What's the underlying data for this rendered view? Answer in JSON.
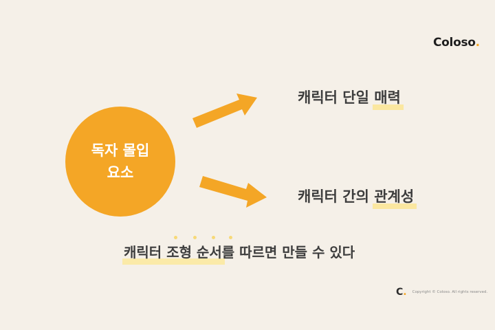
{
  "brand": {
    "logo_text": "Coloso",
    "logo_dot": ".",
    "footer_mark": "C",
    "footer_mark_dot": ".",
    "copyright": "Copyright © Coloso. All rights reserved.",
    "accent_color": "#f4a626",
    "highlight_color": "#fbe7a0"
  },
  "diagram": {
    "center": {
      "line1": "독자 몰입",
      "line2": "요소"
    },
    "item1": {
      "plain": "캐릭터 단일 ",
      "highlight": "매력"
    },
    "item2": {
      "plain": "캐릭터 간의 ",
      "highlight": "관계성"
    },
    "arrow_icon": "arrow-right-icon"
  },
  "caption": {
    "highlight": "캐릭터 조형 순서",
    "rest": "를 따르면 만들 수 있다"
  }
}
